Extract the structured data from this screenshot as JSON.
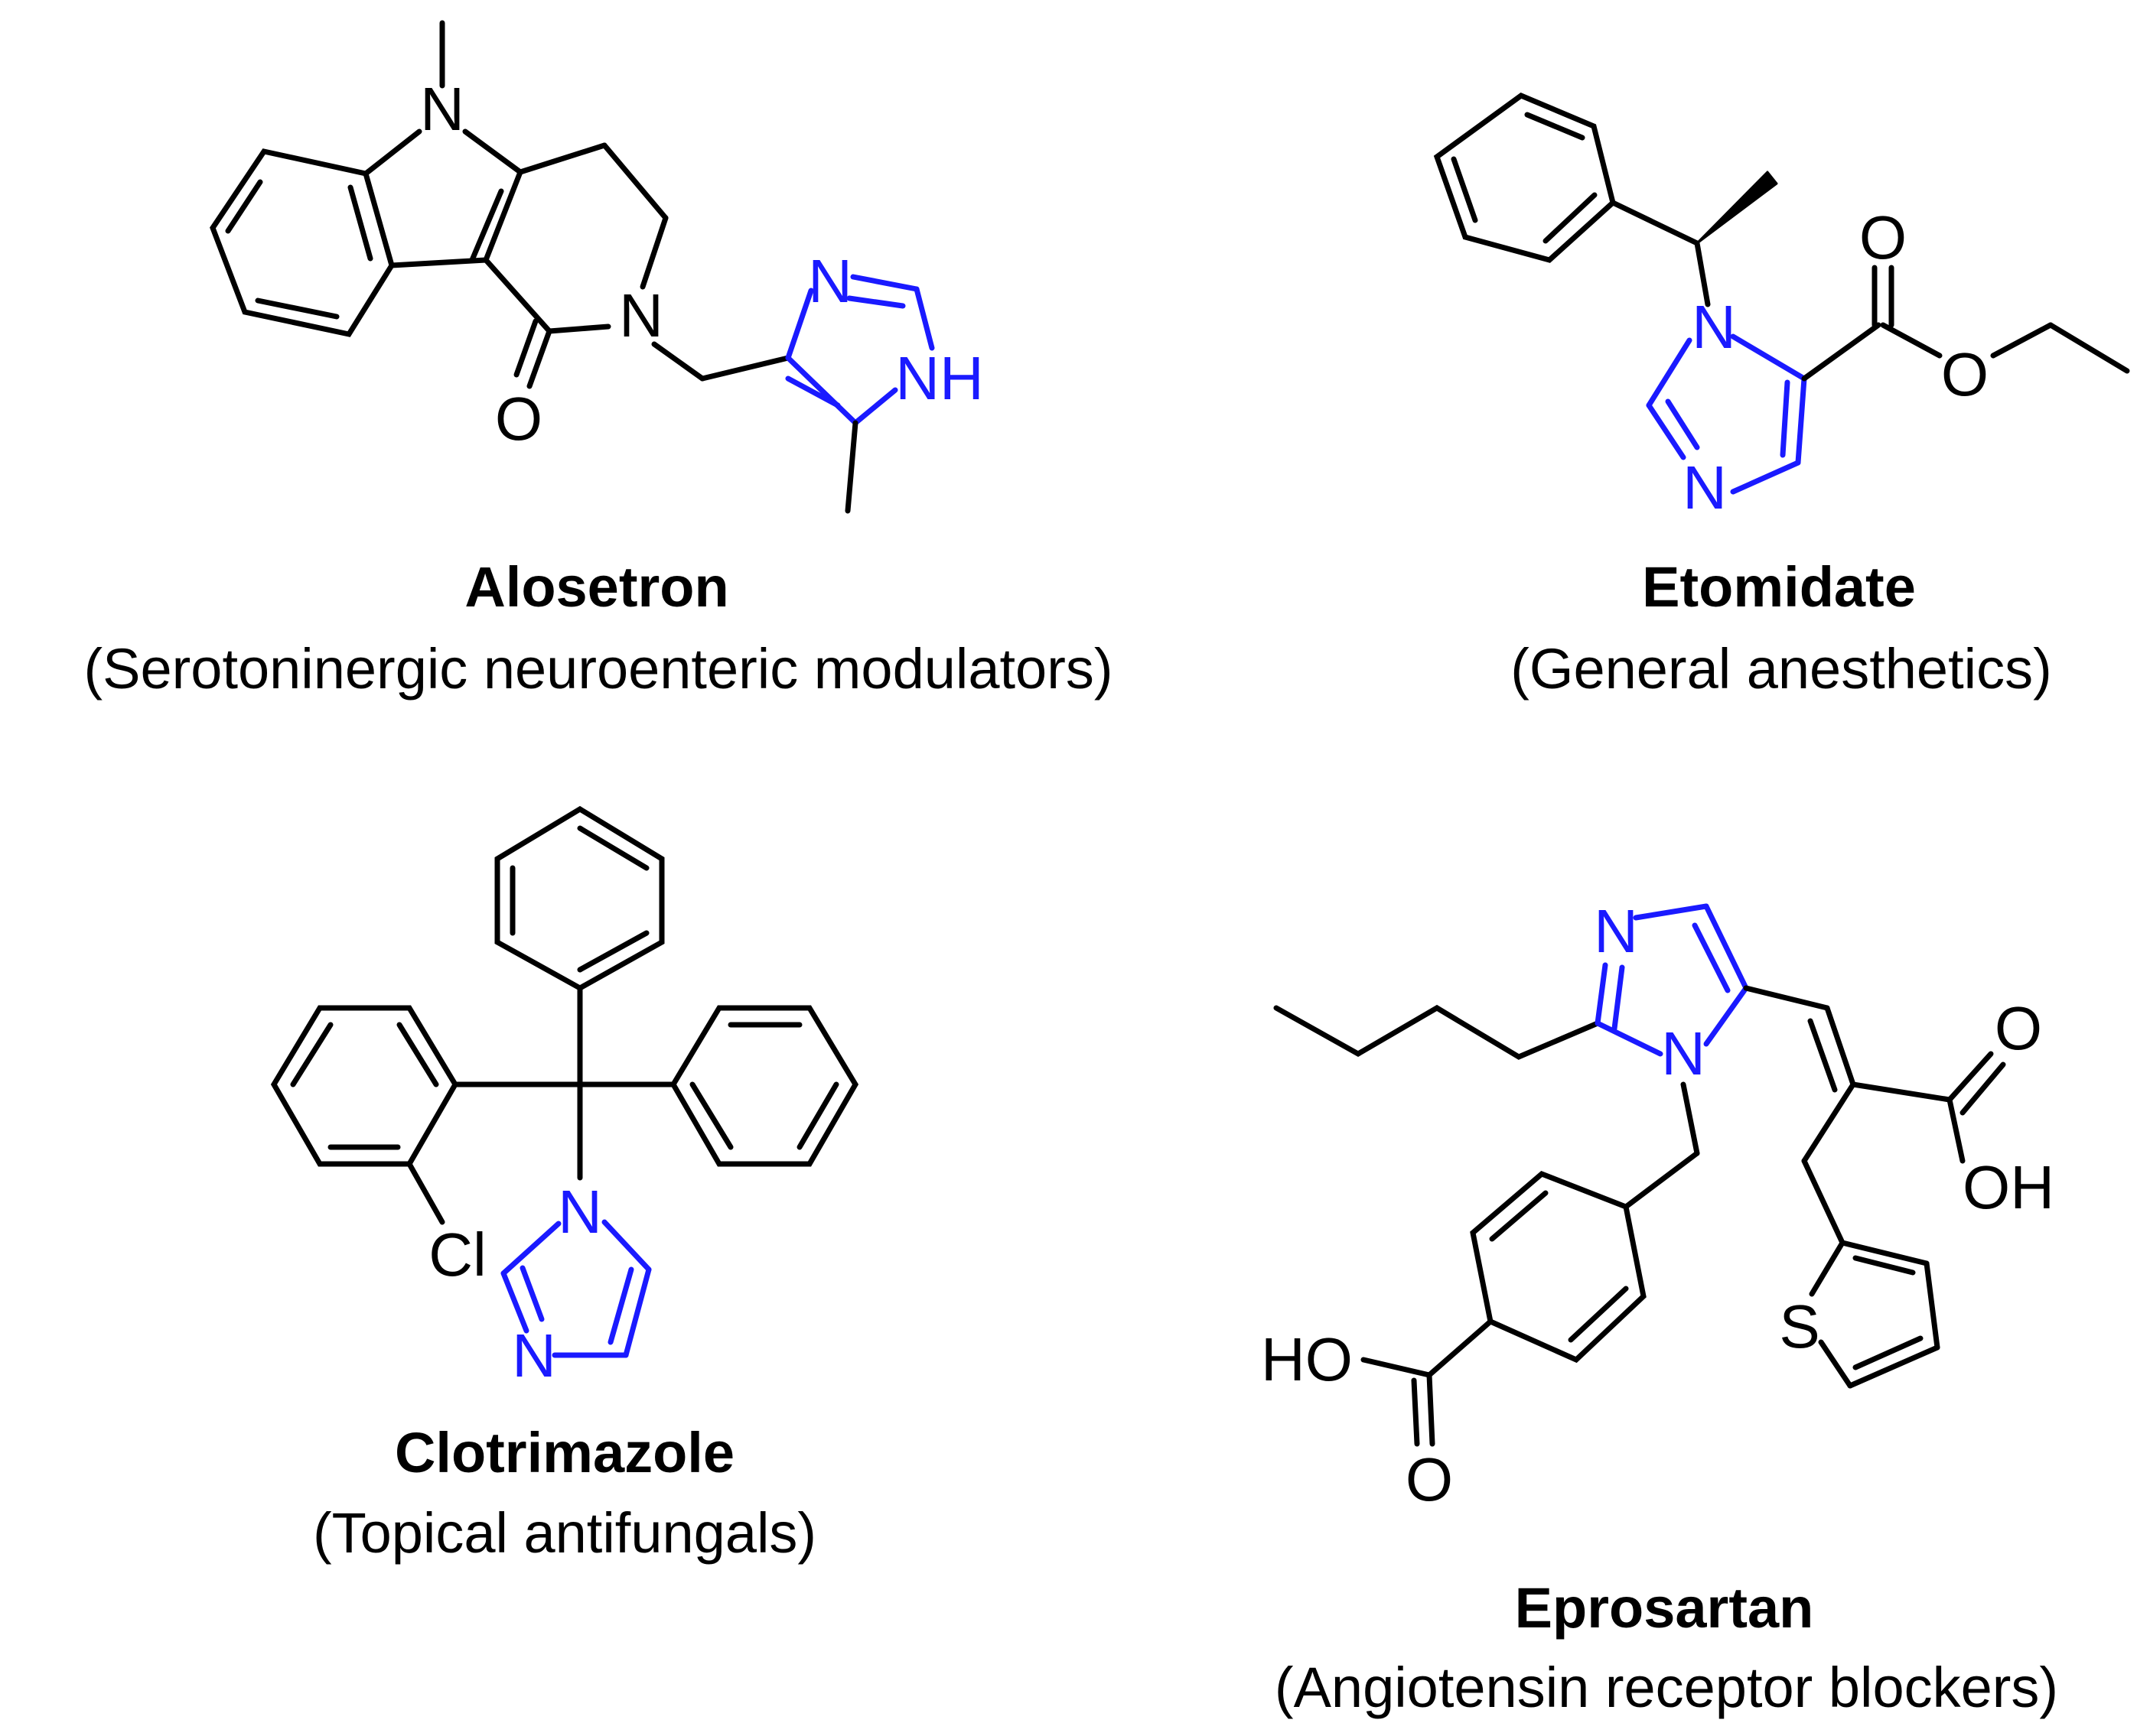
{
  "colors": {
    "bond": "#000000",
    "imidazole": "#1a1aff",
    "background": "#ffffff"
  },
  "molecules": [
    {
      "name": "Alosetron",
      "subtitle": "(Serotoninergic neuroenteric modulators)",
      "atoms": {
        "n_methyl": "N",
        "n_amide": "N",
        "o_carbonyl": "O",
        "n_ring": "N",
        "nh_ring": "NH"
      }
    },
    {
      "name": "Etomidate",
      "subtitle": "(General anesthetics)",
      "atoms": {
        "n1": "N",
        "n3": "N",
        "o_carbonyl": "O",
        "o_ester": "O"
      }
    },
    {
      "name": "Clotrimazole",
      "subtitle": "(Topical antifungals)",
      "atoms": {
        "cl": "Cl",
        "n1": "N",
        "n3": "N"
      }
    },
    {
      "name": "Eprosartan",
      "subtitle": "(Angiotensin receptor blockers)",
      "atoms": {
        "n3": "N",
        "n1": "N",
        "o_acid": "O",
        "oh_acid": "OH",
        "s": "S",
        "ho_benzoic": "HO",
        "o_benzoic": "O"
      }
    }
  ]
}
